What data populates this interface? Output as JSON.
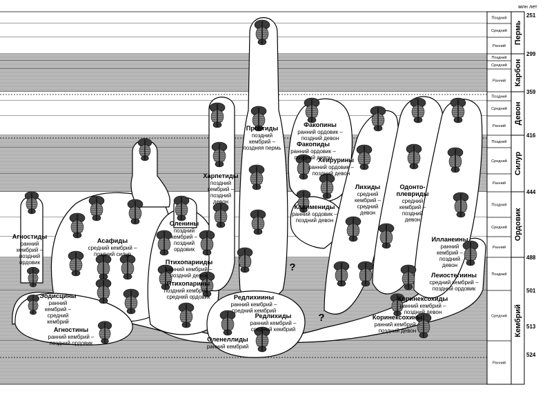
{
  "axis": {
    "unit": "млн лет",
    "ages": [
      "251",
      "299",
      "359",
      "416",
      "444",
      "488",
      "501",
      "513",
      "524"
    ]
  },
  "periods": {
    "permian": "Пермь",
    "carboniferous": "Карбон",
    "devonian": "Девон",
    "silurian": "Силур",
    "ordovician": "Ордовик",
    "cambrian": "Кембрий"
  },
  "stages": {
    "late": "Поздний",
    "middle": "Средний",
    "early": "Ранний"
  },
  "unknown_mark": "?",
  "groups": {
    "agnostida": {
      "name": "Агностиды",
      "range": [
        "ранний",
        "кембрий –",
        "поздний",
        "ордовик"
      ]
    },
    "eodiscina": {
      "name": "Эодисцины",
      "range": [
        "ранний",
        "кембрий –",
        "средний",
        "кембрий"
      ]
    },
    "agnostina": {
      "name": "Агностины",
      "range": [
        "ранний кембрий –",
        "поздний ордовик"
      ]
    },
    "asaphida": {
      "name": "Асафиды",
      "range": [
        "средний кембрий –",
        "поздний силур"
      ]
    },
    "olenina": {
      "name": "Оленины",
      "range": [
        "поздний",
        "кембрий –",
        "поздний",
        "ордовик"
      ]
    },
    "ptychopariida": {
      "name": "Птихопарииды",
      "range": [
        "ранний кембрий –",
        "поздний девон"
      ]
    },
    "ptychopariina": {
      "name": "Птихопарины",
      "range": [
        "поздний кембрий –",
        "средний ордовик"
      ]
    },
    "harpetida": {
      "name": "Харпетиды",
      "range": [
        "поздний",
        "кембрий –",
        "поздний",
        "девон"
      ]
    },
    "proetida": {
      "name": "Проэтиды",
      "range": [
        "поздний",
        "кембрий –",
        "поздняя пермь"
      ]
    },
    "phacopina": {
      "name": "Факопины",
      "range": [
        "ранний ордовик –",
        "поздний девон"
      ]
    },
    "phacopida": {
      "name": "Факопиды",
      "range": [
        "ранний ордовик –",
        "поздний девон"
      ]
    },
    "cheirurina": {
      "name": "Хеирурины",
      "range": [
        "ранний ордовик –",
        "поздний девон"
      ]
    },
    "calymenina": {
      "name": "Калимениды",
      "range": [
        "ранний ордовик –",
        "поздний девон"
      ]
    },
    "lichida": {
      "name": "Лихиды",
      "range": [
        "средний",
        "кембрий –",
        "средний",
        "девон"
      ]
    },
    "odontopleurida": {
      "name": "Одонто-",
      "name2": "плевриды",
      "range": [
        "средний",
        "кембрий –",
        "поздний",
        "девон"
      ]
    },
    "illaenina": {
      "name": "Илланеины",
      "range": [
        "ранний",
        "кембрий –",
        "поздний",
        "девон"
      ]
    },
    "leiostegiina": {
      "name": "Леиостегиины",
      "range": [
        "средний кембрий –",
        "поздний ордовик"
      ]
    },
    "corynexochida": {
      "name": "Коринексохиды",
      "range": [
        "ранний кембрий –",
        "поздний девон"
      ]
    },
    "corynexochina": {
      "name": "Коринексохины",
      "range": [
        "ранний кембрий –",
        "поздний девон"
      ]
    },
    "redlichiina": {
      "name": "Редлихиины",
      "range": [
        "ранний кембрий –",
        "средний кембрий"
      ]
    },
    "redlichiida": {
      "name": "Редлихиды",
      "range": [
        "ранний кембрий –",
        "средний кембрий"
      ]
    },
    "olenellida": {
      "name": "Оленеллиды",
      "range": [
        "ранний кембрий"
      ]
    }
  },
  "colors": {
    "band_shade": "#b9b9b9",
    "band_white": "#ffffff",
    "ink": "#000000",
    "fossil": "#3a3a3a"
  }
}
